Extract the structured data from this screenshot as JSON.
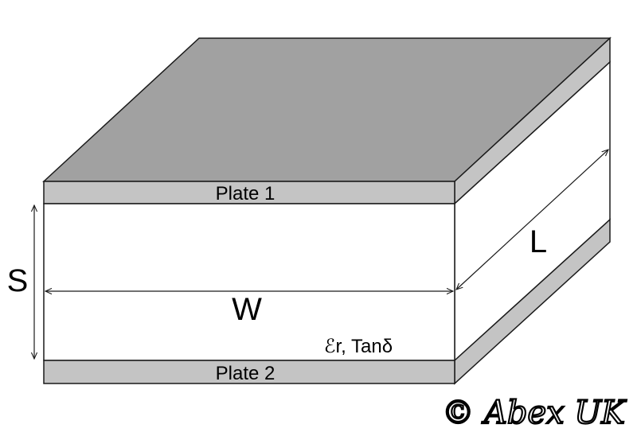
{
  "diagram": {
    "plate_top_label": "Plate 1",
    "plate_bottom_label": "Plate 2",
    "separation_label": "S",
    "width_label": "W",
    "length_label": "L",
    "dielectric_label": "ℰr, Tanδ",
    "watermark": "© Abex UK"
  },
  "colors": {
    "plate_top_face": "#a1a1a1",
    "plate_edge": "#c4c4c4",
    "dielectric": "#ffffff",
    "outline": "#1a1a1a"
  }
}
